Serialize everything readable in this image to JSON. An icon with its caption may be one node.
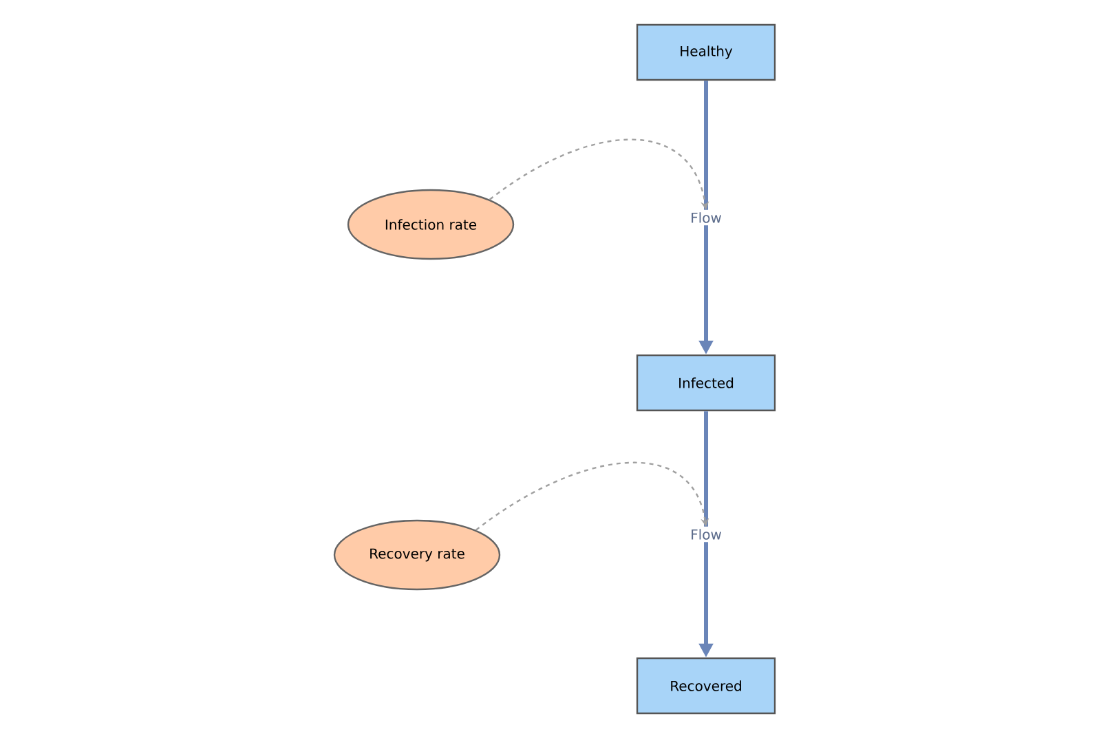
{
  "diagram": {
    "nodes": [
      {
        "text": [
          "Healthy"
        ]
      },
      {
        "text": [
          "Infection rate"
        ]
      },
      {
        "text": [
          "Flow"
        ]
      },
      {
        "text": [
          "Infected"
        ]
      },
      {
        "text": [
          "Recovery rate"
        ]
      },
      {
        "text": [
          "Flow"
        ]
      },
      {
        "text": [
          "Recovered"
        ]
      }
    ],
    "edges": [
      {
        "from": 0,
        "to": 2,
        "arrow": "none"
      },
      {
        "from": 2,
        "to": 3,
        "arrow": "to"
      },
      {
        "from": 1,
        "to": 2,
        "arrow": "to",
        "style": "dashed",
        "color": "#a0a0a0"
      },
      {
        "from": 3,
        "to": 5,
        "arrow": "none"
      },
      {
        "from": 5,
        "to": 6,
        "arrow": "to"
      },
      {
        "from": 4,
        "to": 5,
        "arrow": "to",
        "style": "dashed",
        "color": "#a0a0a0"
      }
    ]
  }
}
